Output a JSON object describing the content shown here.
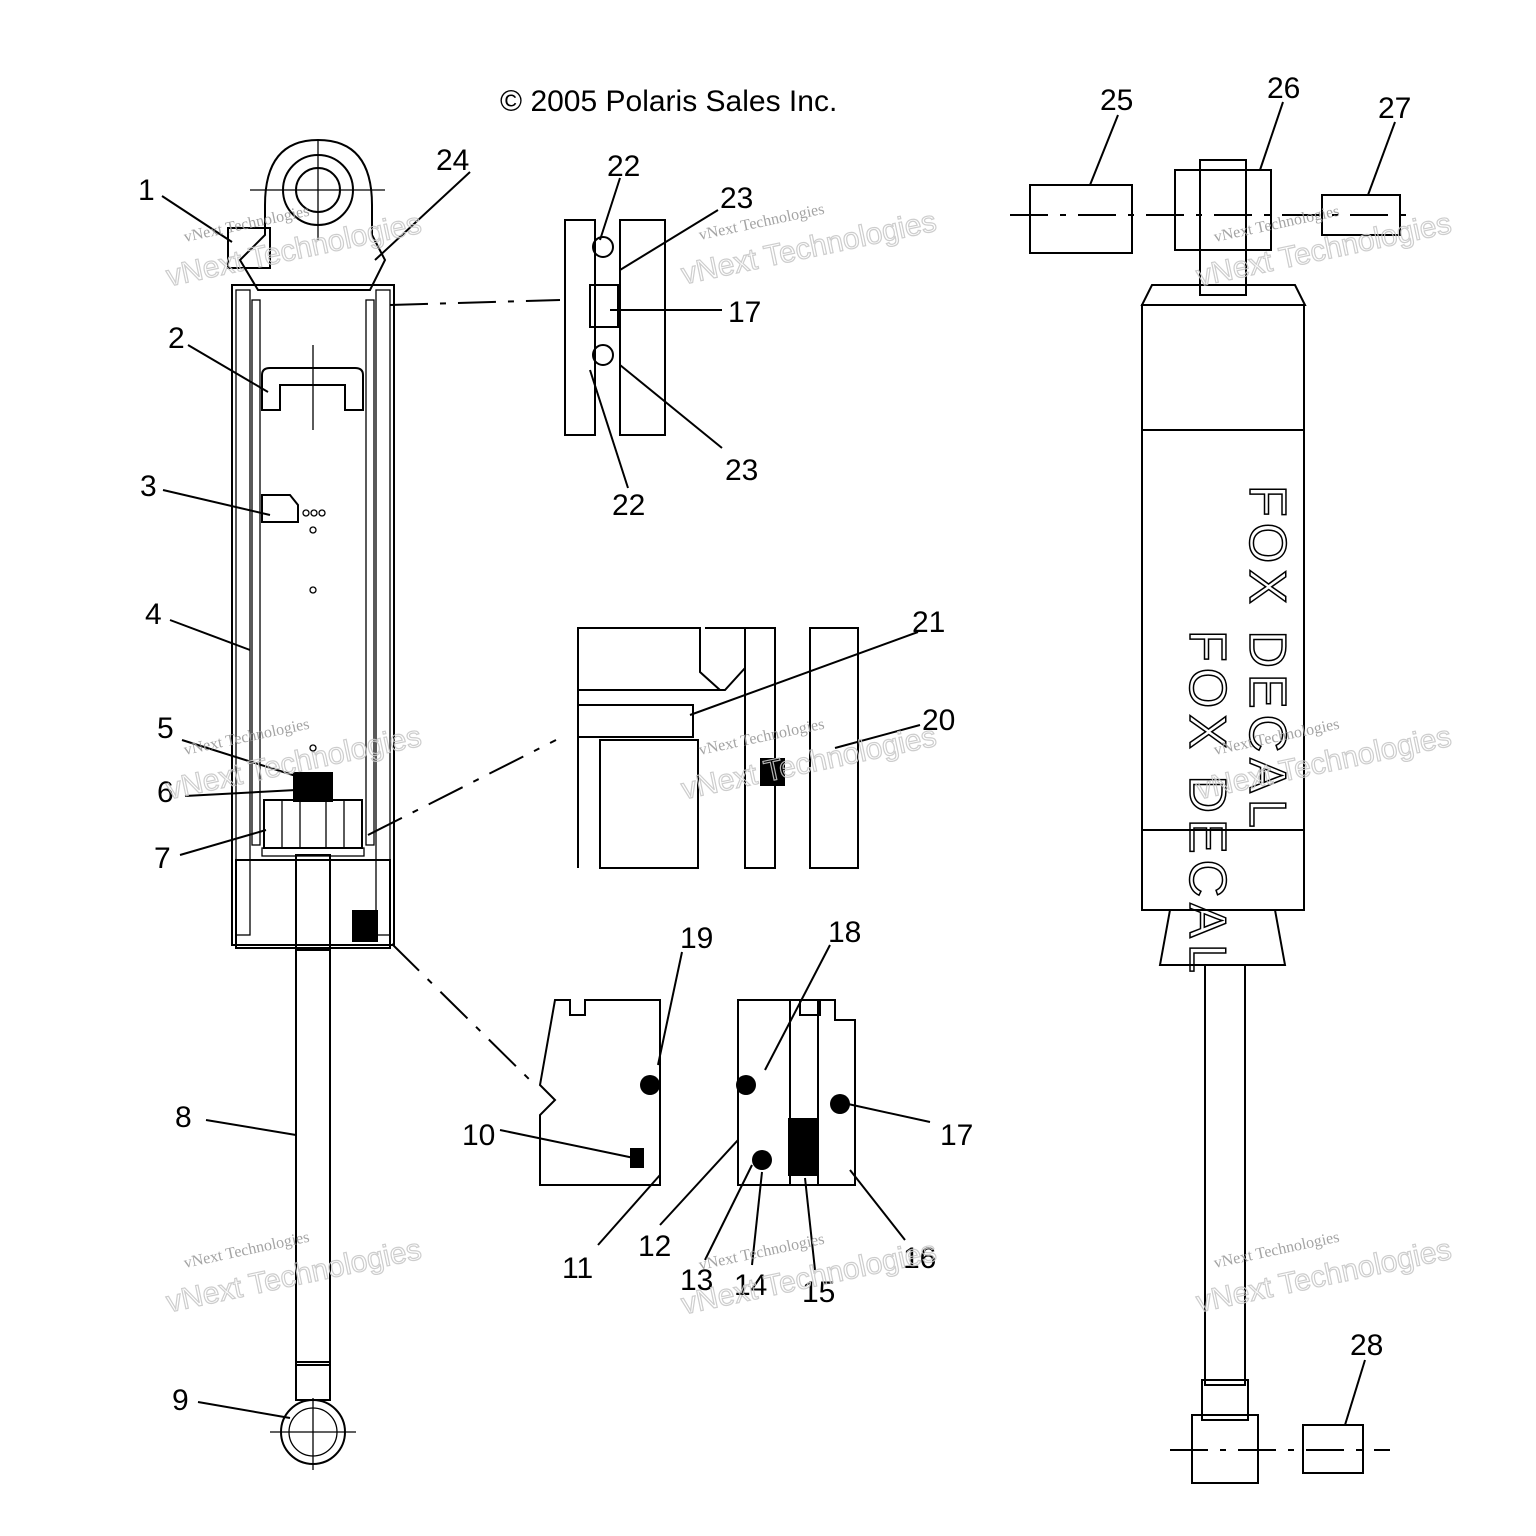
{
  "copyright": "© 2005 Polaris Sales Inc.",
  "decal_text": {
    "line1": "FOX DECAL",
    "line2": "FOX DECAL"
  },
  "watermark": {
    "line1": "vNext Technologies",
    "line2": "vNext Technologies"
  },
  "callouts": {
    "c1": "1",
    "c2": "2",
    "c3": "3",
    "c4": "4",
    "c5": "5",
    "c6": "6",
    "c7": "7",
    "c8": "8",
    "c9": "9",
    "c10": "10",
    "c11": "11",
    "c12": "12",
    "c13": "13",
    "c14": "14",
    "c15": "15",
    "c16": "16",
    "c17a": "17",
    "c17b": "17",
    "c18": "18",
    "c19": "19",
    "c20": "20",
    "c21": "21",
    "c22a": "22",
    "c22b": "22",
    "c23a": "23",
    "c23b": "23",
    "c24": "24",
    "c25": "25",
    "c26": "26",
    "c27": "27",
    "c28": "28"
  }
}
